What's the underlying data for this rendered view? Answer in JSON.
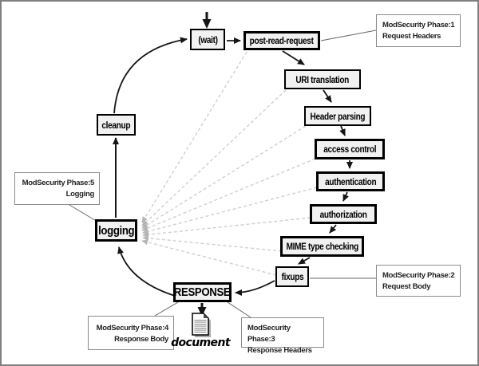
{
  "diagram": {
    "type": "flow-diagram",
    "nodes": [
      {
        "id": "wait",
        "label": "(wait)"
      },
      {
        "id": "post-read-request",
        "label": "post-read-request"
      },
      {
        "id": "uri-translation",
        "label": "URI translation"
      },
      {
        "id": "header-parsing",
        "label": "Header parsing"
      },
      {
        "id": "access-control",
        "label": "access control"
      },
      {
        "id": "authentication",
        "label": "authentication"
      },
      {
        "id": "authorization",
        "label": "authorization"
      },
      {
        "id": "mime-type-checking",
        "label": "MIME type checking"
      },
      {
        "id": "fixups",
        "label": "fixups"
      },
      {
        "id": "response",
        "label": "RESPONSE"
      },
      {
        "id": "logging",
        "label": "logging"
      },
      {
        "id": "cleanup",
        "label": "cleanup"
      }
    ],
    "annotations": [
      {
        "id": "phase1",
        "line1": "ModSecurity Phase:1",
        "line2": "Request Headers",
        "align": "left"
      },
      {
        "id": "phase2",
        "line1": "ModSecurity Phase:2",
        "line2": "Request Body",
        "align": "left"
      },
      {
        "id": "phase3",
        "line1": "ModSecurity Phase:3",
        "line2": "Response Headers",
        "align": "left"
      },
      {
        "id": "phase4",
        "line1": "ModSecurity Phase:4",
        "line2": "Response Body",
        "align": "right"
      },
      {
        "id": "phase5",
        "line1": "ModSecurity Phase:5",
        "line2": "Logging",
        "align": "right"
      }
    ],
    "document_label": "document",
    "edges_solid": [
      {
        "from": "entry",
        "to": "wait"
      },
      {
        "from": "wait",
        "to": "post-read-request"
      },
      {
        "from": "post-read-request",
        "to": "uri-translation"
      },
      {
        "from": "uri-translation",
        "to": "header-parsing"
      },
      {
        "from": "header-parsing",
        "to": "access-control"
      },
      {
        "from": "access-control",
        "to": "authentication"
      },
      {
        "from": "authentication",
        "to": "authorization"
      },
      {
        "from": "authorization",
        "to": "mime-type-checking"
      },
      {
        "from": "mime-type-checking",
        "to": "fixups"
      },
      {
        "from": "fixups",
        "to": "response"
      },
      {
        "from": "response",
        "to": "document"
      },
      {
        "from": "response",
        "to": "logging"
      },
      {
        "from": "logging",
        "to": "cleanup"
      },
      {
        "from": "cleanup",
        "to": "wait"
      }
    ],
    "edges_dashed_to_logging": [
      "post-read-request",
      "uri-translation",
      "header-parsing",
      "access-control",
      "authentication",
      "authorization",
      "mime-type-checking",
      "fixups"
    ],
    "annotation_links": [
      {
        "from": "post-read-request",
        "to": "phase1"
      },
      {
        "from": "fixups",
        "to": "phase2"
      },
      {
        "from": "response",
        "to": "phase3"
      },
      {
        "from": "response",
        "to": "phase4"
      },
      {
        "from": "phase5",
        "to": "logging"
      }
    ],
    "colors": {
      "node_fill": "#f1f1f1",
      "node_border": "#000000",
      "annotation_border": "#8a8a8a",
      "connector_line": "#666666",
      "dashed_line": "#cfcfcf",
      "dashed_arrowhead": "#b5b5b5",
      "arrow": "#151515",
      "background": "#ffffff",
      "outer_border": "#7f7f7f"
    }
  }
}
